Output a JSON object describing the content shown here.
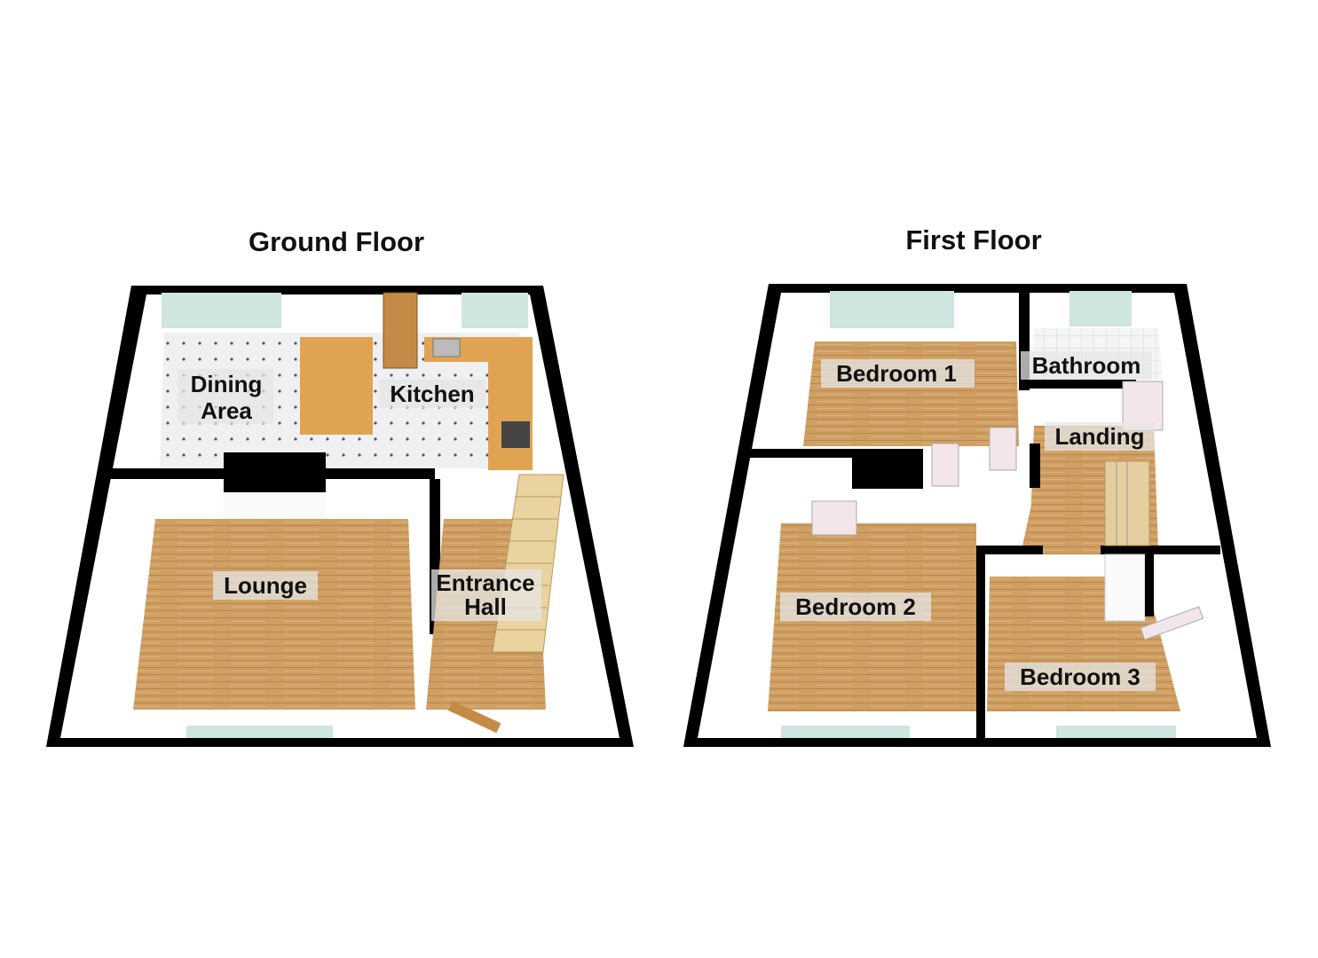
{
  "floors": [
    {
      "title": "Ground Floor",
      "rooms": [
        {
          "name": "Dining Area",
          "lines": [
            "Dining",
            "Area"
          ]
        },
        {
          "name": "Kitchen",
          "lines": [
            "Kitchen"
          ]
        },
        {
          "name": "Lounge",
          "lines": [
            "Lounge"
          ]
        },
        {
          "name": "Entrance Hall",
          "lines": [
            "Entrance",
            "Hall"
          ]
        }
      ]
    },
    {
      "title": "First Floor",
      "rooms": [
        {
          "name": "Bedroom 1",
          "lines": [
            "Bedroom 1"
          ]
        },
        {
          "name": "Bathroom",
          "lines": [
            "Bathroom"
          ]
        },
        {
          "name": "Landing",
          "lines": [
            "Landing"
          ]
        },
        {
          "name": "Bedroom 2",
          "lines": [
            "Bedroom 2"
          ]
        },
        {
          "name": "Bedroom 3",
          "lines": [
            "Bedroom 3"
          ]
        }
      ]
    }
  ],
  "colors": {
    "wall": "#000000",
    "wood": "#cf9f64",
    "tile": "#eef0f2",
    "window": "#cfe5df",
    "counter": "#e0a352"
  }
}
